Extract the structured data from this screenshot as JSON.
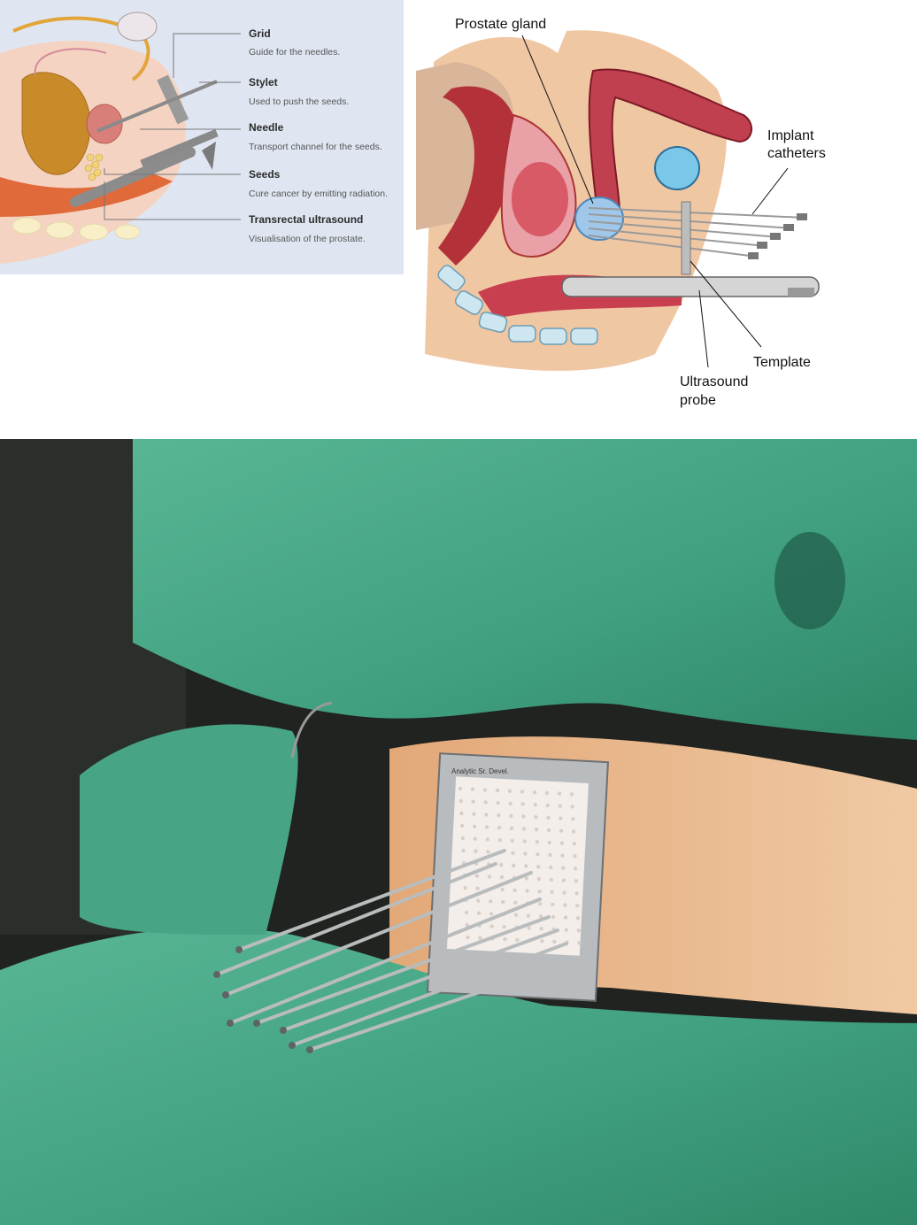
{
  "panel_a": {
    "labels": [
      {
        "title": "Grid",
        "desc": "Guide for the needles."
      },
      {
        "title": "Stylet",
        "desc": "Used to push the seeds."
      },
      {
        "title": "Needle",
        "desc": "Transport channel for the seeds."
      },
      {
        "title": "Seeds",
        "desc": "Cure cancer by emitting radiation."
      },
      {
        "title": "Transrectal ultrasound",
        "desc": "Visualisation of the prostate."
      }
    ]
  },
  "panel_b": {
    "prostate_gland": "Prostate gland",
    "implant_catheters_line1": "Implant",
    "implant_catheters_line2": "catheters",
    "template": "Template",
    "ultrasound_probe_line1": "Ultrasound",
    "ultrasound_probe_line2": "probe"
  },
  "panel_c": {
    "template_plate_text": "Analytic Sr. Devel."
  },
  "colors": {
    "drape": "#3f9f7f",
    "skin": "#e8b98e",
    "grid_plate": "#f4eeea",
    "prostate": "#9ec7ea",
    "bladder_panel_a": "#c98a2a"
  }
}
